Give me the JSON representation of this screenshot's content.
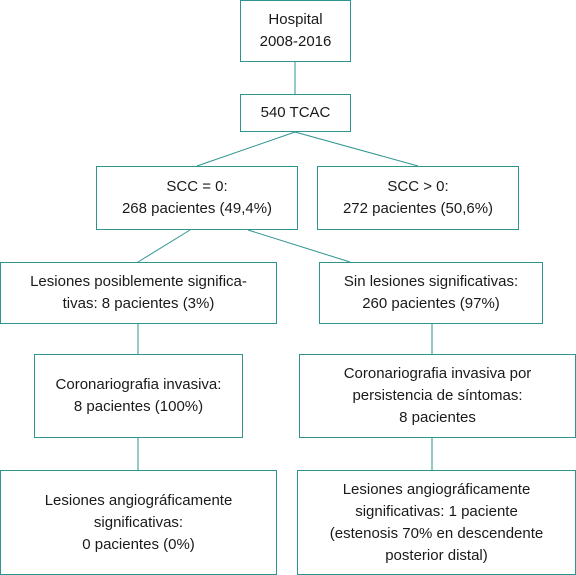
{
  "diagram": {
    "hospital": {
      "line1": "Hospital",
      "line2": "2008-2016"
    },
    "tcac": {
      "line1": "540 TCAC"
    },
    "scc_zero": {
      "line1": "SCC = 0:",
      "line2": "268 pacientes (49,4%)"
    },
    "scc_positive": {
      "line1": "SCC > 0:",
      "line2": "272 pacientes (50,6%)"
    },
    "lesiones_posibles": {
      "line1": "Lesiones posiblemente significa-",
      "line2": "tivas: 8 pacientes (3%)"
    },
    "sin_lesiones": {
      "line1": "Sin lesiones significativas:",
      "line2": "260 pacientes (97%)"
    },
    "coronario_invasiva": {
      "line1": "Coronariografia invasiva:",
      "line2": "8 pacientes (100%)"
    },
    "coronario_persistencia": {
      "line1": "Coronariografia invasiva por",
      "line2": "persistencia de síntomas:",
      "line3": "8 pacientes"
    },
    "lesiones_angio_neg": {
      "line1": "Lesiones angiográficamente",
      "line2": "significativas:",
      "line3": "0 pacientes (0%)"
    },
    "lesiones_angio_pos": {
      "line1": "Lesiones angiográficamente",
      "line2": "significativas: 1 paciente",
      "line3": "(estenosis 70% en descendente",
      "line4": "posterior distal)"
    }
  }
}
